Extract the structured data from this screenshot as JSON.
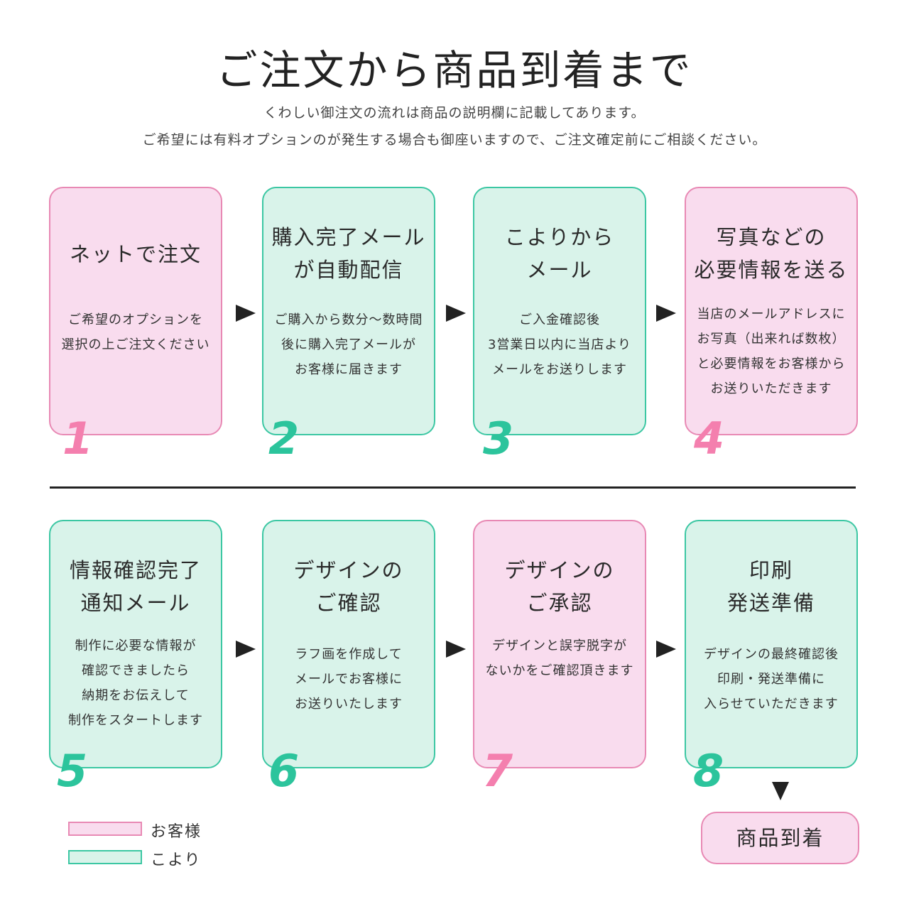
{
  "title": "ご注文から商品到着まで",
  "subtitle_lines": [
    "くわしい御注文の流れは商品の説明欄に記載してあります。",
    "ご希望には有料オプションのが発生する場合も御座いますので、ご注文確定前にご相談ください。"
  ],
  "steps": [
    {
      "number": "1",
      "title": "ネットで注文",
      "body": "ご希望のオプションを\n選択の上ご注文ください",
      "actor": "customer"
    },
    {
      "number": "2",
      "title": "購入完了メール\nが自動配信",
      "body": "ご購入から数分〜数時間\n後に購入完了メールが\nお客様に届きます",
      "actor": "koyori"
    },
    {
      "number": "3",
      "title": "こよりから\nメール",
      "body": "ご入金確認後\n3営業日以内に当店より\nメールをお送りします",
      "actor": "koyori"
    },
    {
      "number": "4",
      "title": "写真などの\n必要情報を送る",
      "body": "当店のメールアドレスに\nお写真（出来れば数枚）\nと必要情報をお客様から\nお送りいただきます",
      "actor": "customer"
    },
    {
      "number": "5",
      "title": "情報確認完了\n通知メール",
      "body": "制作に必要な情報が\n確認できましたら\n納期をお伝えして\n制作をスタートします",
      "actor": "koyori"
    },
    {
      "number": "6",
      "title": "デザインの\nご確認",
      "body": "ラフ画を作成して\nメールでお客様に\nお送りいたします",
      "actor": "koyori"
    },
    {
      "number": "7",
      "title": "デザインの\nご承認",
      "body": "デザインと誤字脱字が\nないかをご確認頂きます",
      "actor": "customer"
    },
    {
      "number": "8",
      "title": "印刷\n発送準備",
      "body": "デザインの最終確認後\n印刷・発送準備に\n入らせていただきます",
      "actor": "koyori"
    }
  ],
  "final": {
    "label": "商品到着"
  },
  "legend": {
    "customer": {
      "label": "お客様",
      "fill": "#f9dcee",
      "border": "#e889b4"
    },
    "koyori": {
      "label": "こより",
      "fill": "#d9f3ea",
      "border": "#3cc7a3"
    }
  },
  "colors": {
    "pink_number": "#f47fae",
    "green_number": "#2cc49c",
    "arrow": "#222222"
  }
}
